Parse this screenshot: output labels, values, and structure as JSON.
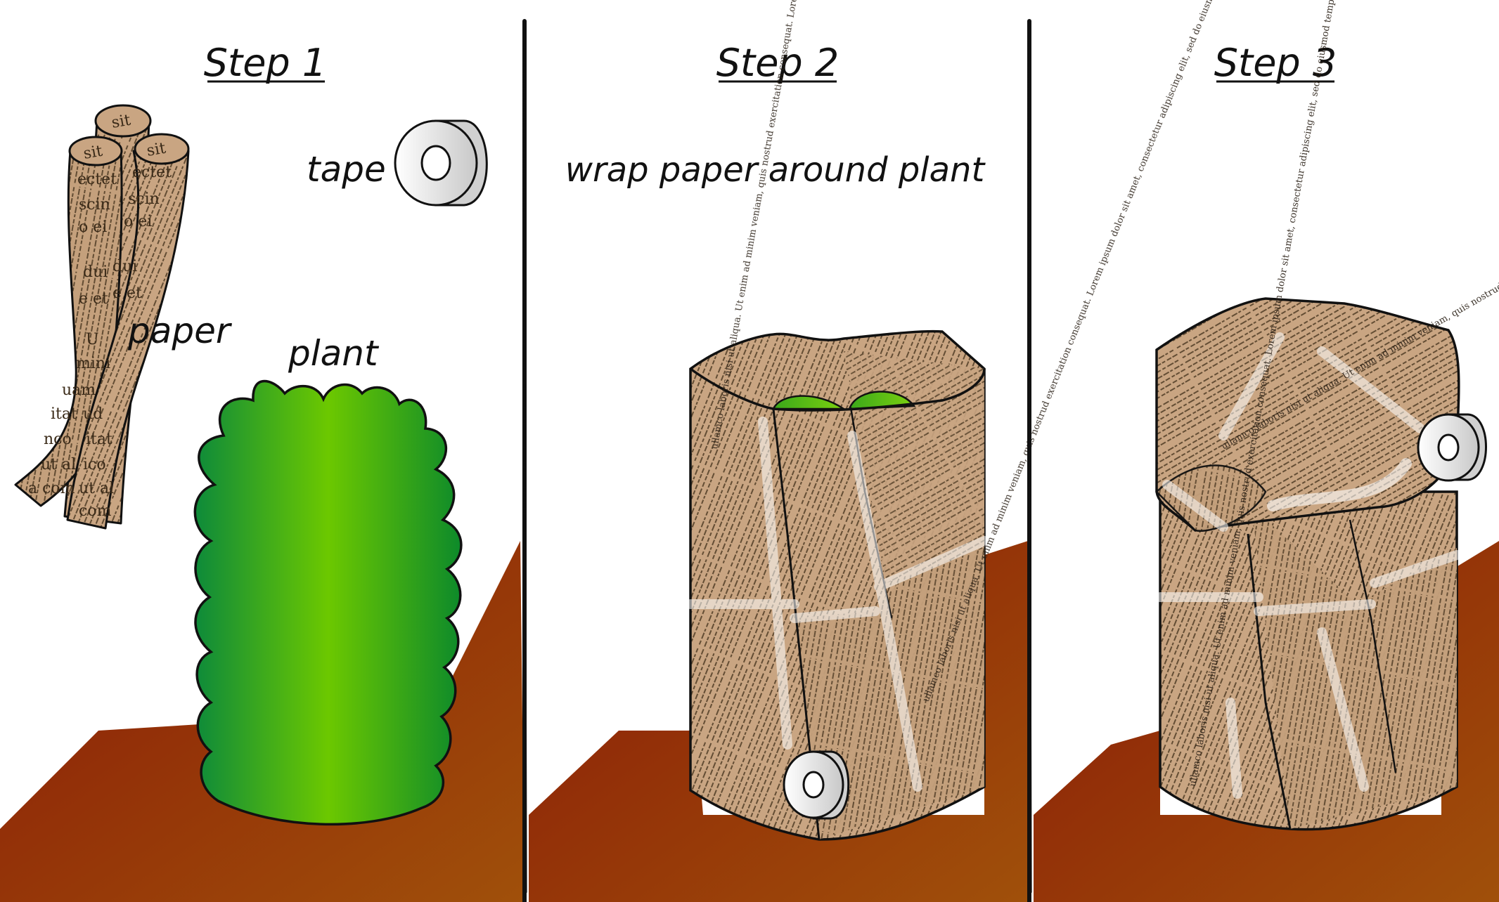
{
  "panels": [
    {
      "title": "Step 1"
    },
    {
      "title": "Step 2"
    },
    {
      "title": "Step 3"
    }
  ],
  "labels": {
    "tape": "tape",
    "paper": "paper",
    "plant": "plant",
    "wrap_instruction": "wrap paper around plant"
  },
  "newsprint": {
    "roll_words": [
      "sit",
      "sit",
      "sit",
      "ectet",
      "ectet",
      "scin",
      "scin",
      "o ei",
      "o ei",
      "dui",
      "dui",
      "e et",
      "e et",
      "U",
      "mini",
      "uam",
      "itat",
      "ud",
      "nco",
      "itat",
      "ut al",
      "ico",
      "a com",
      "ut al",
      "com"
    ],
    "wrap_line": "ullamco laboris nisi ut aliqua. Ut enim ad minim veniam, quis nostrud exercitation consequat. Lorem ipsum dolor sit amet, consectetur adipiscing elit, sed do eiusmod tempor incididunt ut labore et dolore magna"
  },
  "colors": {
    "plant_dark": "#0d8a3a",
    "plant_light": "#6cc800",
    "paper": "#c9a582",
    "soil_dark": "#8a1a06",
    "soil_light": "#a04a0a",
    "outline": "#111111",
    "tape": "#f2f2f2"
  },
  "icons": [
    "tape-roll-icon",
    "paper-roll-icon",
    "plant-shrub-icon",
    "wrapped-plant-icon"
  ]
}
